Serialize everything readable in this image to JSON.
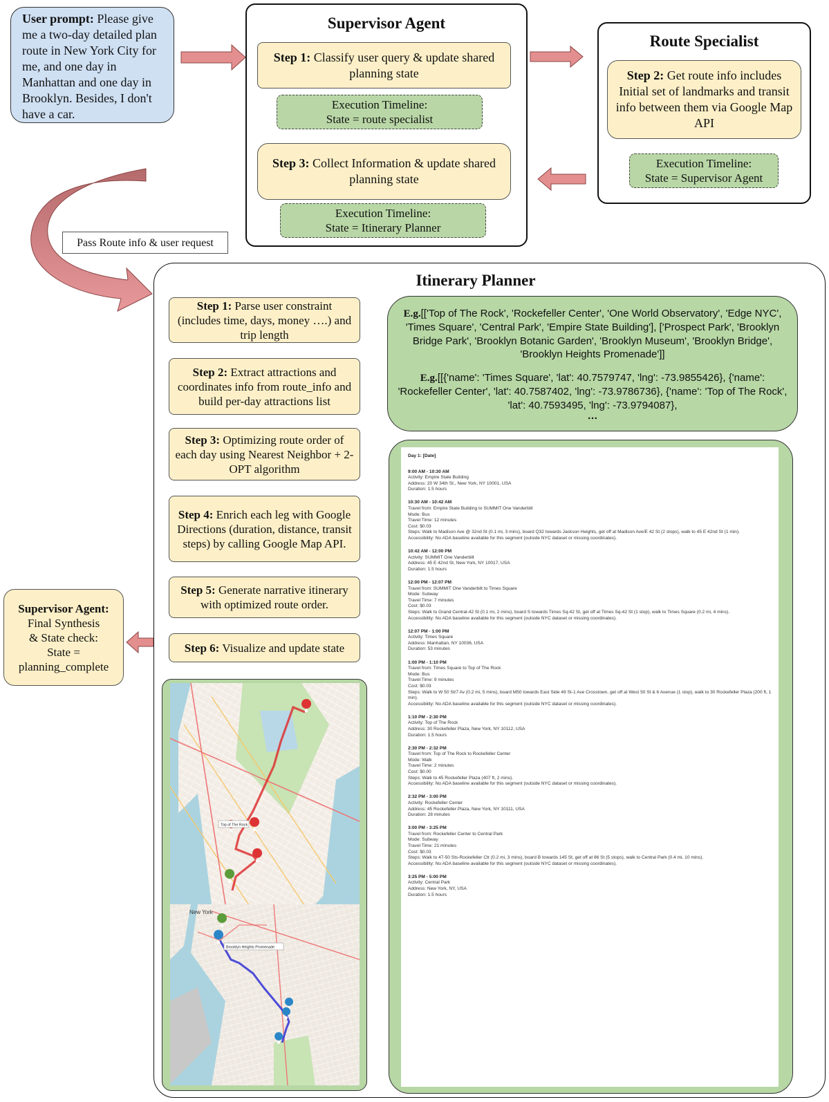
{
  "user_prompt": {
    "label": "User prompt:",
    "text": " Please give me a two-day detailed plan route in New York City for me, and one day in Manhattan and one day in Brooklyn. Besides, I don't have a car."
  },
  "supervisor": {
    "title": "Supervisor Agent",
    "step1": {
      "label": "Step 1:",
      "text": " Classify user query & update shared planning state"
    },
    "timeline1": {
      "line1": "Execution Timeline:",
      "line2": "State =  route  specialist"
    },
    "step3": {
      "label": "Step 3:",
      "text": " Collect Information & update shared planning state"
    },
    "timeline2": {
      "line1": "Execution Timeline:",
      "line2": "State =  Itinerary Planner"
    }
  },
  "route_specialist": {
    "title": "Route Specialist",
    "step2": {
      "label": "Step 2:",
      "text": " Get route info includes Initial set of landmarks and transit info between them via Google Map API"
    },
    "timeline": {
      "line1": "Execution Timeline:",
      "line2": "State =  Supervisor Agent"
    }
  },
  "pass_label": "Pass Route info & user request",
  "itinerary_planner": {
    "title": "Itinerary Planner",
    "steps": [
      {
        "label": "Step 1:",
        "text": " Parse user constraint (includes time, days, money ….) and trip length"
      },
      {
        "label": "Step 2:",
        "text": " Extract attractions and coordinates info from route_info and build per-day attractions list"
      },
      {
        "label": "Step 3:",
        "text": " Optimizing route order of each day using Nearest Neighbor + 2-OPT algorithm"
      },
      {
        "label": "Step 4:",
        "text": " Enrich each leg with Google Directions (duration, distance, transit steps) by calling Google Map API."
      },
      {
        "label": "Step 5:",
        "text": " Generate narrative itinerary with optimized route order."
      },
      {
        "label": "Step 6:",
        "text": "  Visualize and update state"
      }
    ],
    "example1": {
      "label": "E.g.",
      "text": "[['Top of The Rock', 'Rockefeller Center', 'One World Observatory', 'Edge NYC', 'Times Square', 'Central Park', 'Empire State Building'], ['Prospect Park', 'Brooklyn Bridge Park', 'Brooklyn Botanic Garden', 'Brooklyn Museum', 'Brooklyn Bridge', 'Brooklyn Heights Promenade']]"
    },
    "example2": {
      "label": "E.g.",
      "text": "[[{'name': 'Times Square', 'lat': 40.7579747, 'lng': -73.9855426}, {'name': 'Rockefeller Center', 'lat': 40.7587402, 'lng': -73.9786736}, {'name': 'Top of The Rock', 'lat': 40.7593495, 'lng': -73.9794087},",
      "ellipsis": "…"
    }
  },
  "final": {
    "label": "Supervisor Agent:",
    "line1": "Final Synthesis",
    "line2": "& State check:",
    "line3": "State =",
    "line4": "planning_complete"
  },
  "itinerary": {
    "day": "Day 1: [Date]",
    "blocks": [
      {
        "time": "9:00 AM - 10:30 AM",
        "lines": [
          "Activity: Empire State Building",
          "Address: 20 W 34th St., New York, NY 10001, USA",
          "Duration: 1.5 hours"
        ]
      },
      {
        "time": "10:30 AM - 10:42 AM",
        "lines": [
          "Travel from: Empire State Building to SUMMIT One Vanderbilt",
          "Mode: Bus",
          "Travel Time: 12 minutes",
          "Cost: $0.03",
          "Steps: Walk to Madison Ave @ 32nd St (0.1 mi, 3 mins), board Q32 towards Jackson Heights, get off at Madison Ave/E 42 St (2 stops), walk to 45 E 42nd St (1 min).",
          "Accessibility: No ADA baseline available for this segment (outside NYC dataset or missing coordinates)."
        ]
      },
      {
        "time": "10:42 AM - 12:00 PM",
        "lines": [
          "Activity: SUMMIT One Vanderbilt",
          "Address: 45 E 42nd St, New York, NY 10017, USA",
          "Duration: 1.5 hours"
        ]
      },
      {
        "time": "12:00 PM - 12:07 PM",
        "lines": [
          "Travel from: SUMMIT One Vanderbilt to Times Square",
          "Mode: Subway",
          "Travel Time: 7 minutes",
          "Cost: $0.03",
          "Steps: Walk to Grand Central-42 St (0.1 mi, 2 mins), board S towards Times Sq-42 St, get off at Times Sq-42 St (1 stop), walk to Times Square (0.2 mi, 4 mins).",
          "Accessibility: No ADA baseline available for this segment (outside NYC dataset or missing coordinates)."
        ]
      },
      {
        "time": "12:07 PM - 1:00 PM",
        "lines": [
          "Activity: Times Square",
          "Address: Manhattan, NY 10036, USA",
          "Duration: 53 minutes"
        ]
      },
      {
        "time": "1:00 PM - 1:10 PM",
        "lines": [
          "Travel from: Times Square to Top of The Rock",
          "Mode: Bus",
          "Travel Time: 9 minutes",
          "Cost: $0.03",
          "Steps: Walk to W 50 St/7 Av (0.2 mi, 5 mins), board M50 towards East Side 49 St-1 Ave Crosstown, get off at West 50 St & 6 Avenue (1 stop), walk to 30 Rockefeller Plaza (200 ft, 1 min).",
          "Accessibility: No ADA baseline available for this segment (outside NYC dataset or missing coordinates)."
        ]
      },
      {
        "time": "1:10 PM - 2:30 PM",
        "lines": [
          "Activity: Top of The Rock",
          "Address: 30 Rockefeller Plaza, New York, NY 10112, USA",
          "Duration: 1.5 hours"
        ]
      },
      {
        "time": "2:30 PM - 2:32 PM",
        "lines": [
          "Travel from: Top of The Rock to Rockefeller Center",
          "Mode: Walk",
          "Travel Time: 2 minutes",
          "Cost: $0.00",
          "Steps: Walk to 45 Rockefeller Plaza (407 ft, 2 mins).",
          "Accessibility: No ADA baseline available for this segment (outside NYC dataset or missing coordinates)."
        ]
      },
      {
        "time": "2:32 PM - 3:00 PM",
        "lines": [
          "Activity: Rockefeller Center",
          "Address: 45 Rockefeller Plaza, New York, NY 10111, USA",
          "Duration: 28 minutes"
        ]
      },
      {
        "time": "3:00 PM - 3:25 PM",
        "lines": [
          "Travel from: Rockefeller Center to Central Park",
          "Mode: Subway",
          "Travel Time: 21 minutes",
          "Cost: $0.03",
          "Steps: Walk to 47-50 Sts-Rockefeller Ctr (0.2 mi, 3 mins), board B towards 145 St, get off at 86 St (5 stops), walk to Central Park (0.4 mi, 10 mins).",
          "Accessibility: No ADA baseline available for this segment (outside NYC dataset or missing coordinates)."
        ]
      },
      {
        "time": "3:25 PM - 5:00 PM",
        "lines": [
          "Activity: Central Park",
          "Address: New York, NY, USA",
          "Duration: 1.5 hours"
        ]
      }
    ]
  },
  "map": {
    "manhattan_label": "Top of The Rock",
    "brooklyn_label": "Brooklyn Heights Promenade",
    "brooklyn_place": "New York"
  },
  "colors": {
    "arrow_fill": "#e48f8f",
    "route_red": "#d33",
    "route_blue": "#3b3bd6"
  }
}
